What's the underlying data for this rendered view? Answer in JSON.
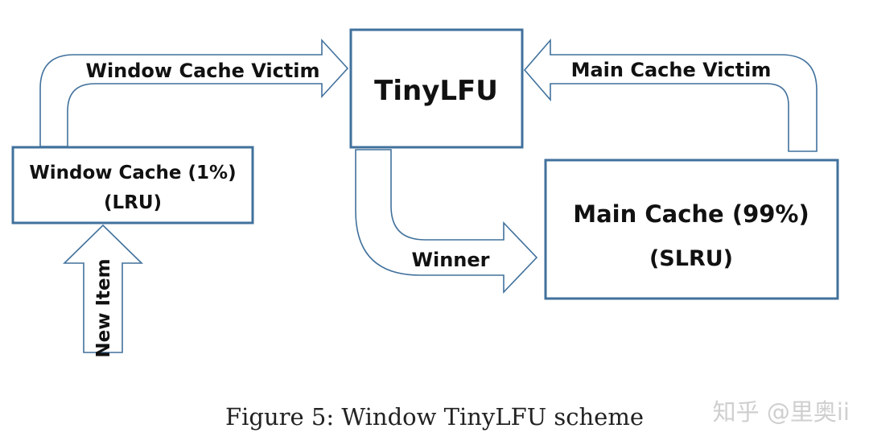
{
  "nodes": {
    "tinylfu": {
      "label": "TinyLFU"
    },
    "window_cache": {
      "line1": "Window Cache (1%)",
      "line2": "(LRU)"
    },
    "main_cache": {
      "line1": "Main Cache (99%)",
      "line2": "(SLRU)"
    }
  },
  "edges": {
    "window_cache_victim": {
      "label": "Window Cache Victim"
    },
    "main_cache_victim": {
      "label": "Main Cache Victim"
    },
    "winner": {
      "label": "Winner"
    },
    "new_item": {
      "label": "New Item"
    }
  },
  "caption": "Figure 5: Window TinyLFU scheme",
  "watermark": "知乎 @里奥ii"
}
